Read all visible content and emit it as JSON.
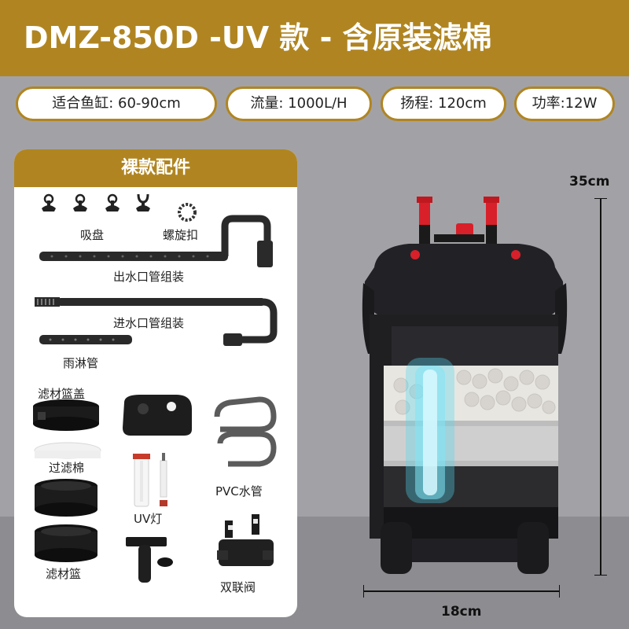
{
  "header": {
    "title": "DMZ-850D  -UV 款 - 含原装滤棉"
  },
  "specs": [
    "适合鱼缸: 60-90cm",
    "流量: 1000L/H",
    "扬程: 120cm",
    "功率:12W"
  ],
  "accessories": {
    "title": "裸款配件",
    "labels": {
      "suction_cup": "吸盘",
      "screw_clip": "螺旋扣",
      "outlet_pipe": "出水口管组装",
      "inlet_pipe": "进水口管组装",
      "spray_bar": "雨淋管",
      "basket_lid": "滤材篮盖",
      "filter_wool": "过滤棉",
      "uv_lamp": "UV灯",
      "pvc_hose": "PVC水管",
      "media_basket": "滤材篮",
      "double_valve": "双联阀"
    }
  },
  "dimensions": {
    "height": "35cm",
    "width": "18cm"
  },
  "colors": {
    "brand": "#b08521",
    "card": "#ffffff",
    "filter_body": "#1f1f22",
    "valve_red": "#d8202a",
    "uv_glow": "#4fd8f0"
  }
}
